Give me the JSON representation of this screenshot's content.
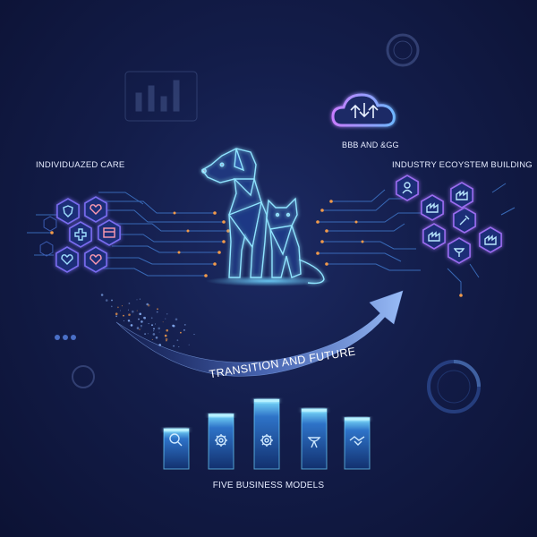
{
  "labels": {
    "left_title": "INDIVIDUAZED CARE",
    "right_title": "INDUSTRY ECOYSTEM BUILDING",
    "cloud_title": "BBB AND &GG",
    "arrow_text": "TRANSITION AND FUTURE",
    "bottom_title": "FIVE BUSINESS MODELS"
  },
  "colors": {
    "accent_cyan": "#4fc3f7",
    "accent_blue": "#3a7bd5",
    "accent_purple": "#9b6cf0",
    "accent_orange": "#f29a4a"
  },
  "left_icons": [
    "shield-icon",
    "heart-plus-icon",
    "first-aid-icon",
    "calendar-icon",
    "heart-icon",
    "heart-pulse-icon"
  ],
  "right_icons": [
    "user-icon",
    "factory-icon",
    "wrench-icon",
    "industry-icon",
    "satellite-icon",
    "warehouse-icon",
    "city-icon"
  ],
  "business_models": {
    "icons": [
      "search-icon",
      "gear-icon",
      "settings-icon",
      "antenna-icon",
      "handshake-icon"
    ],
    "levels": [
      0.55,
      0.75,
      0.95,
      0.82,
      0.7
    ]
  }
}
